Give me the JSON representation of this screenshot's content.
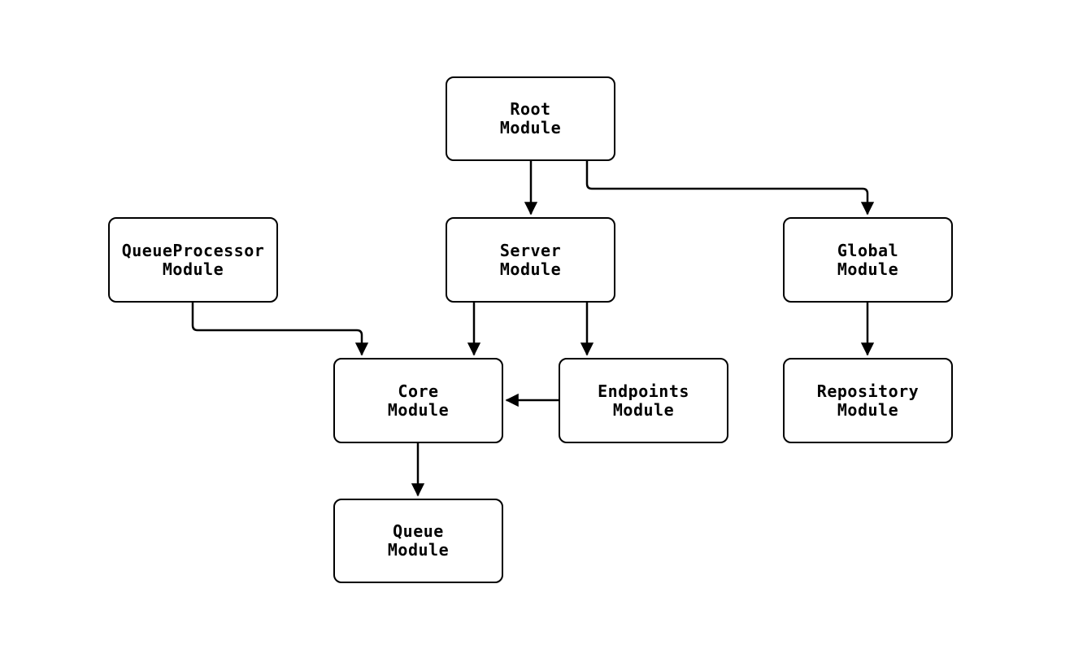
{
  "diagram": {
    "type": "module-dependency-graph",
    "colors": {
      "background": "#ffffff",
      "node_fill": "#ffffff",
      "node_border": "#000000",
      "edge": "#000000",
      "text": "#000000"
    },
    "nodes": {
      "root": {
        "label": "Root\nModule"
      },
      "queueprocessor": {
        "label": "QueueProcessor\nModule"
      },
      "server": {
        "label": "Server\nModule"
      },
      "global": {
        "label": "Global\nModule"
      },
      "core": {
        "label": "Core\nModule"
      },
      "endpoints": {
        "label": "Endpoints\nModule"
      },
      "repository": {
        "label": "Repository\nModule"
      },
      "queue": {
        "label": "Queue\nModule"
      }
    },
    "edges": [
      {
        "from": "Root Module",
        "to": "Server Module"
      },
      {
        "from": "Root Module",
        "to": "Global Module"
      },
      {
        "from": "QueueProcessor Module",
        "to": "Core Module"
      },
      {
        "from": "Server Module",
        "to": "Core Module"
      },
      {
        "from": "Server Module",
        "to": "Endpoints Module"
      },
      {
        "from": "Endpoints Module",
        "to": "Core Module"
      },
      {
        "from": "Global Module",
        "to": "Repository Module"
      },
      {
        "from": "Core Module",
        "to": "Queue Module"
      }
    ]
  }
}
